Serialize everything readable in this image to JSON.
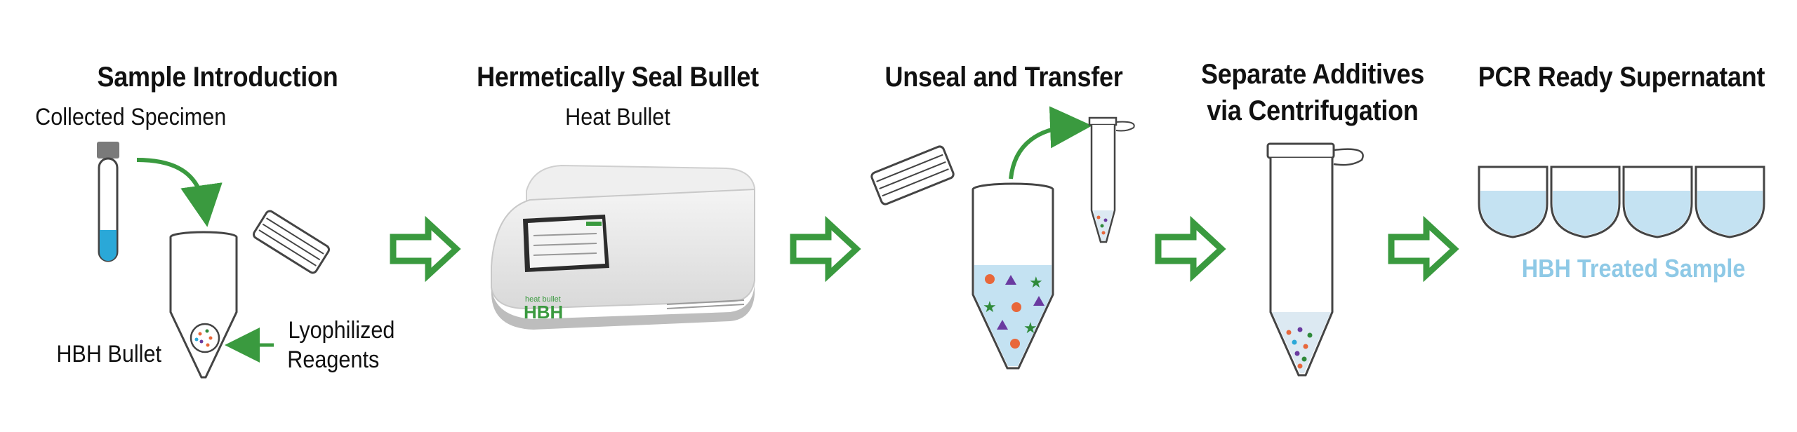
{
  "steps": [
    {
      "title": "Sample Introduction",
      "subtitle": "Collected Specimen"
    },
    {
      "title": "Hermetically Seal Bullet",
      "subtitle": "Heat Bullet"
    },
    {
      "title": "Unseal and Transfer"
    },
    {
      "title_line1": "Separate Additives",
      "title_line2": "via Centrifugation"
    },
    {
      "title": "PCR Ready Supernatant"
    }
  ],
  "labels": {
    "bullet": "HBH Bullet",
    "reagents_line1": "Lyophilized",
    "reagents_line2": "Reagents",
    "treated_sample": "HBH Treated Sample"
  },
  "device": {
    "brand": "HBH",
    "brand_small": "heat bullet"
  },
  "colors": {
    "green": "#3a9a3f",
    "blue_liquid": "#2aa8d8",
    "light_blue": "#c4e2f2",
    "label_blue": "#8ec9e6",
    "orange": "#e8673a",
    "purple": "#6a3aa0",
    "star_green": "#2f8a3a"
  }
}
